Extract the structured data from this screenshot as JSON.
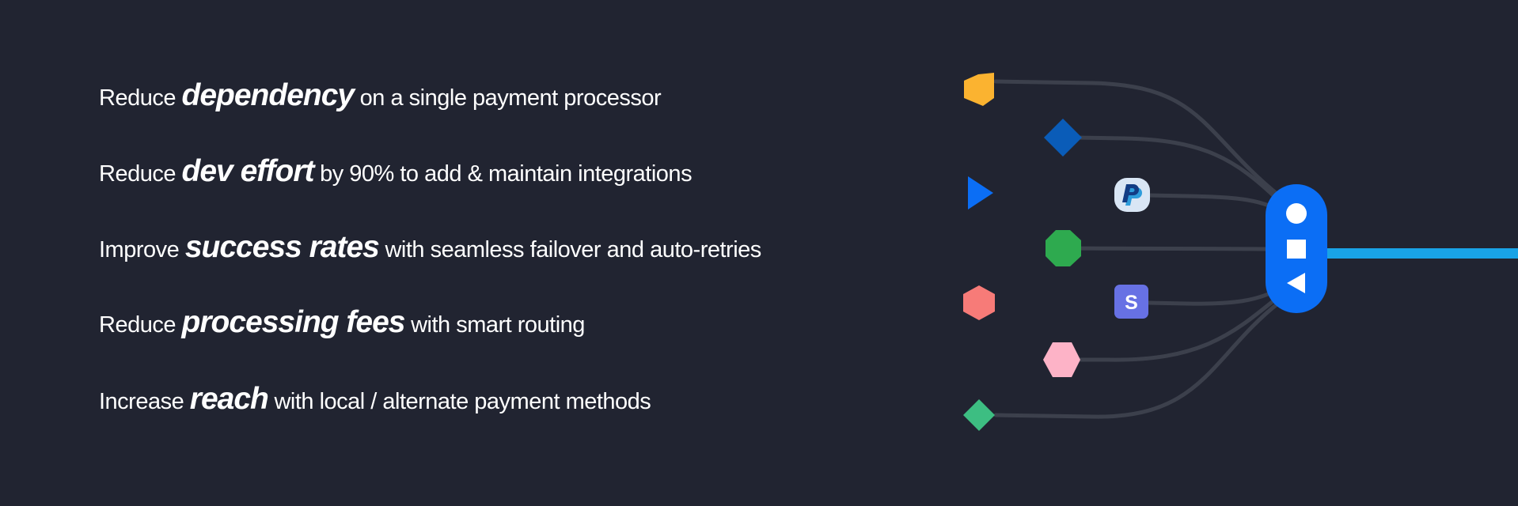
{
  "benefits": [
    {
      "pre": "Reduce",
      "em": "dependency",
      "post": "on a single payment processor"
    },
    {
      "pre": "Reduce",
      "em": "dev effort",
      "post": "by 90% to add & maintain integrations"
    },
    {
      "pre": "Improve",
      "em": "success rates",
      "post": "with seamless failover and auto-retries"
    },
    {
      "pre": "Reduce",
      "em": "processing fees",
      "post": "with smart routing"
    },
    {
      "pre": "Increase",
      "em": "reach",
      "post": "with local / alternate payment methods"
    }
  ],
  "diagram": {
    "processors": [
      {
        "name": "yellow-pentagon-icon",
        "color": "#FBB330"
      },
      {
        "name": "blue-diamond-icon",
        "color": "#0A5CB8"
      },
      {
        "name": "blue-triangle-icon",
        "color": "#0B6EF5"
      },
      {
        "name": "paypal-icon",
        "color": "#D9E6F5"
      },
      {
        "name": "green-octagon-icon",
        "color": "#2EAA4F"
      },
      {
        "name": "coral-hexagon-icon",
        "color": "#F77B78"
      },
      {
        "name": "stripe-icon",
        "color": "#6771E4",
        "glyph": "S"
      },
      {
        "name": "pink-hexagon-icon",
        "color": "#FDB3C7"
      },
      {
        "name": "green-diamond-icon",
        "color": "#3DBE82"
      }
    ],
    "hub": {
      "color": "#0B6EF5"
    },
    "connector_color": "#3C404C",
    "output_color": "#19A3E6"
  }
}
